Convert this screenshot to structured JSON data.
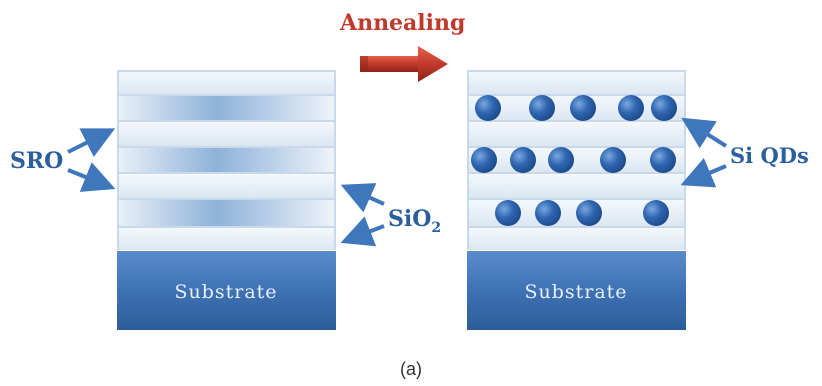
{
  "process": {
    "label": "Annealing"
  },
  "left_stack": {
    "substrate_label": "Substrate",
    "sro_label": "SRO",
    "sio2_label": "SiO",
    "sio2_subscript": "2"
  },
  "right_stack": {
    "substrate_label": "Substrate",
    "qd_label": "Si QDs"
  },
  "caption": "(a)",
  "colors": {
    "accent_text": "#2a5f9e",
    "arrow_red": "#c0392b",
    "substrate": "#3e72b5",
    "sio2_layer": "#e4edf6",
    "sro_layer": "#9fbddd",
    "quantum_dot": "#2f66b1"
  }
}
